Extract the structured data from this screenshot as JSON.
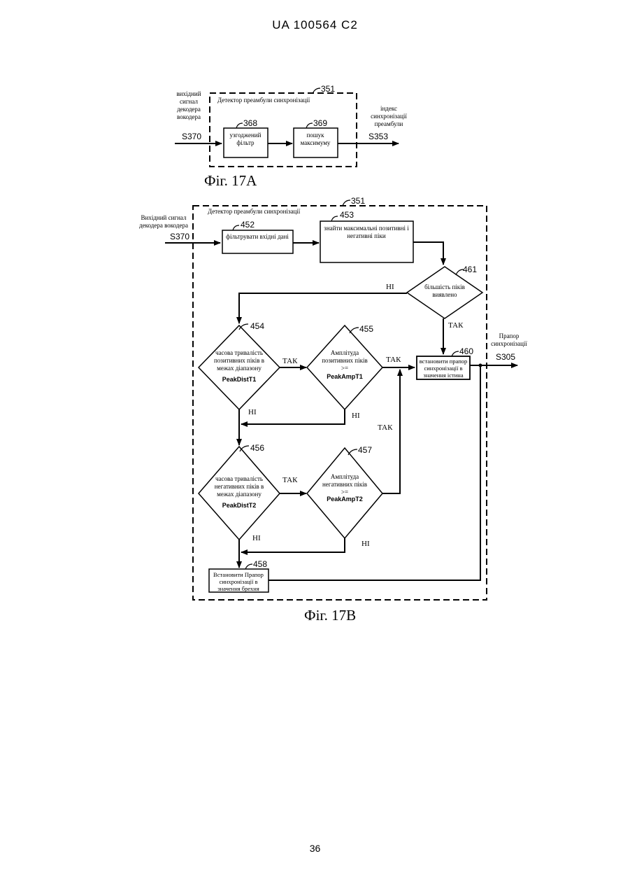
{
  "header": {
    "publication": "UA   100564   C2"
  },
  "footer": {
    "page_number": "36"
  },
  "fig17a": {
    "caption": "Фіг. 17A",
    "input_label": [
      "вихідний",
      "сигнал",
      "декодера",
      "вокодера"
    ],
    "input_signal": "S370",
    "detector_title": "Детектор преамбули синхронізації",
    "detector_ref": "351",
    "filter_ref": "368",
    "filter_label": [
      "узгоджений",
      "фільтр"
    ],
    "search_ref": "369",
    "search_label": [
      "пошук",
      "максимуму"
    ],
    "output_label": [
      "індекс",
      "синхронізації",
      "преамбули"
    ],
    "output_signal": "S353"
  },
  "fig17b": {
    "caption": "Фіг. 17B",
    "input_label": [
      "Вихідний сигнал",
      "декодера вокодера"
    ],
    "input_signal": "S370",
    "detector_title": "Детектор преамбули синхронізації",
    "detector_ref": "351",
    "box452_ref": "452",
    "box452_label": "фільтрувати вхідні дані",
    "box453_ref": "453",
    "box453_label": [
      "знайти максимальні позитивні і",
      "негативні піки"
    ],
    "d461_ref": "461",
    "d461_label": [
      "більшість піків",
      "виявлено"
    ],
    "d454_ref": "454",
    "d454_label": [
      "часова тривалість",
      "позитивних піків в",
      "межах діапазону"
    ],
    "d454_param": "PeakDistT1",
    "d455_ref": "455",
    "d455_label": [
      "Амплітуда",
      "позитивних піків",
      ">="
    ],
    "d455_param": "PeakAmpT1",
    "d456_ref": "456",
    "d456_label": [
      "часова тривалість",
      "негативних піків в",
      "межах діапазону"
    ],
    "d456_param": "PeakDistT2",
    "d457_ref": "457",
    "d457_label": [
      "Амплітуда",
      "негативних піків",
      ">="
    ],
    "d457_param": "PeakAmpT2",
    "box460_ref": "460",
    "box460_label": [
      "встановити прапор",
      "синхронізації в",
      "значення істина"
    ],
    "box458_ref": "458",
    "box458_label": [
      "Встановити Прапор",
      "синхронізації в",
      "значення брехня"
    ],
    "output_label": [
      "Прапор",
      "синхронізації"
    ],
    "output_signal": "S305",
    "yes": "ТАК",
    "no": "НІ"
  }
}
